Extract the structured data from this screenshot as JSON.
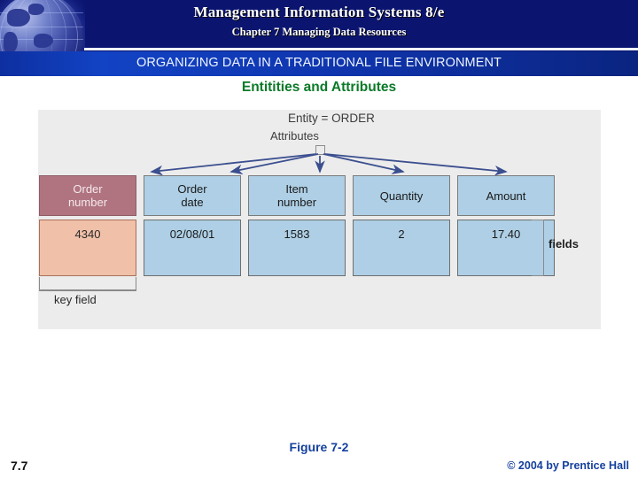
{
  "header": {
    "title": "Management Information Systems 8/e",
    "subtitle": "Chapter 7 Managing Data Resources",
    "logo_icon": "globe-icon"
  },
  "banner": {
    "text": "ORGANIZING DATA IN A TRADITIONAL FILE ENVIRONMENT",
    "color": "#0f35ae"
  },
  "section": {
    "title": "Entitities and Attributes",
    "color": "#0a7a27"
  },
  "figure": {
    "entity_label": "Entity = ORDER",
    "attributes_label": "Attributes",
    "key_field_label": "key field",
    "fields_label": "fields",
    "colors": {
      "panel_background": "#ececec",
      "attribute_box": "#aecfe5",
      "key_attribute_box": "#b07480",
      "data_box": "#aecfe5",
      "key_data_box": "#f0c0a8",
      "arrow": "#3b4f8f"
    },
    "columns": [
      {
        "attribute": "Order\nnumber",
        "attribute_line1": "Order",
        "attribute_line2": "number",
        "value": "4340",
        "is_key": true
      },
      {
        "attribute": "Order date",
        "attribute_line1": "Order",
        "attribute_line2": "date",
        "value": "02/08/01",
        "is_key": false
      },
      {
        "attribute": "Item number",
        "attribute_line1": "Item",
        "attribute_line2": "number",
        "value": "1583",
        "is_key": false
      },
      {
        "attribute": "Quantity",
        "attribute_line1": "Quantity",
        "attribute_line2": "",
        "value": "2",
        "is_key": false
      },
      {
        "attribute": "Amount",
        "attribute_line1": "Amount",
        "attribute_line2": "",
        "value": "17.40",
        "is_key": false
      }
    ]
  },
  "footer": {
    "caption": "Figure 7-2",
    "slide_number": "7.7",
    "copyright": "© 2004 by Prentice Hall"
  }
}
